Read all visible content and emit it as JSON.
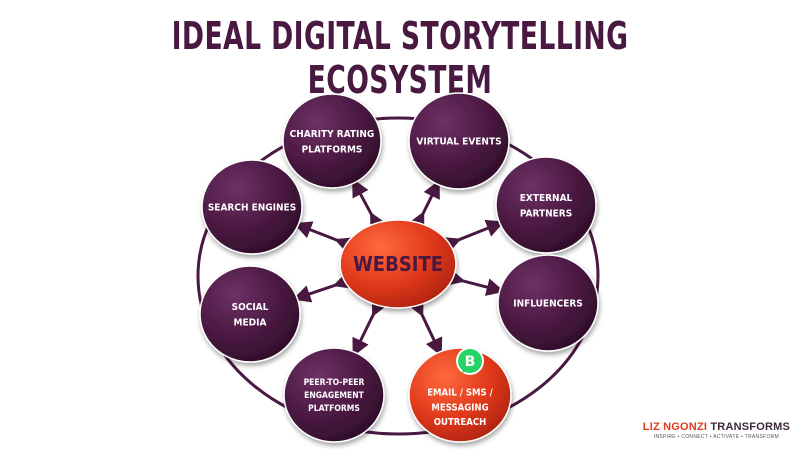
{
  "title": "IDEAL DIGITAL STORYTELLING ECOSYSTEM",
  "center": {
    "label": "WEBSITE"
  },
  "nodes": [
    {
      "id": "charity-rating-platforms",
      "lines": [
        "CHARITY RATING",
        "PLATFORMS"
      ],
      "highlight": false
    },
    {
      "id": "virtual-events",
      "lines": [
        "VIRTUAL EVENTS"
      ],
      "highlight": false
    },
    {
      "id": "external-partners",
      "lines": [
        "EXTERNAL",
        "PARTNERS"
      ],
      "highlight": false
    },
    {
      "id": "influencers",
      "lines": [
        "INFLUENCERS"
      ],
      "highlight": false
    },
    {
      "id": "email-sms-messaging-outreach",
      "lines": [
        "EMAIL / SMS /",
        "MESSAGING",
        "OUTREACH"
      ],
      "highlight": true,
      "badge": "B"
    },
    {
      "id": "peer-to-peer-engagement-platforms",
      "lines": [
        "PEER-TO-PEER",
        "ENGAGEMENT",
        "PLATFORMS"
      ],
      "highlight": false
    },
    {
      "id": "social-media",
      "lines": [
        "SOCIAL",
        "MEDIA"
      ],
      "highlight": false
    },
    {
      "id": "search-engines",
      "lines": [
        "SEARCH ENGINES"
      ],
      "highlight": false
    }
  ],
  "brand": {
    "name_part1": "LIZ NGONZI",
    "name_part2": "TRANSFORMS",
    "tagline": "INSPIRE • CONNECT • ACTIVATE • TRANSFORM"
  },
  "colors": {
    "title": "#4a1941",
    "node": "#4a1941",
    "highlight": "#e0381b",
    "ring": "#4a1941",
    "badge": "#25d366"
  }
}
